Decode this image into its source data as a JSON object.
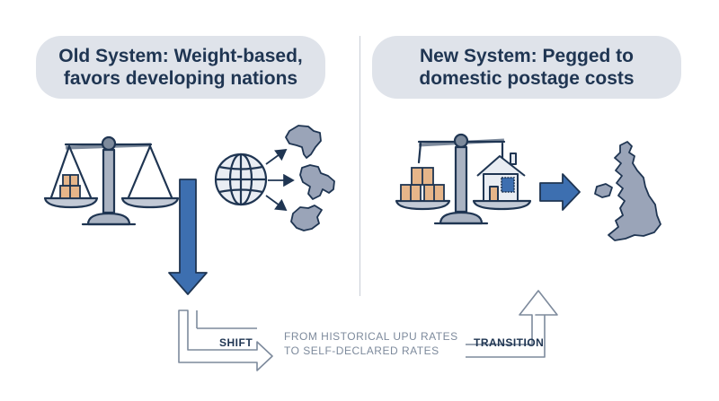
{
  "headers": {
    "old": {
      "line1": "Old System: Weight-based,",
      "line2": "favors developing nations"
    },
    "new": {
      "line1": "New System: Pegged to",
      "line2": "domestic postage costs"
    }
  },
  "flow": {
    "shift_label": "SHIFT",
    "description_line1": "FROM HISTORICAL UPU RATES",
    "description_line2": "TO SELF-DECLARED RATES",
    "transition_label": "TRANSITION"
  },
  "icons": [
    "balance-scale-icon",
    "parcel-boxes-icon",
    "globe-icon",
    "africa-map-icon",
    "madagascar-map-icon",
    "afghanistan-map-icon",
    "house-icon",
    "stamp-icon",
    "uk-map-icon",
    "down-arrow-icon",
    "right-arrow-icon",
    "up-arrow-icon"
  ],
  "colors": {
    "navy": "#1f3552",
    "accent_blue": "#3d6fb0",
    "pill_bg": "#dfe3ea",
    "parcel_orange": "#e6b589",
    "map_gray": "#9aa4b8",
    "outline_gray": "#7d8a9c"
  }
}
